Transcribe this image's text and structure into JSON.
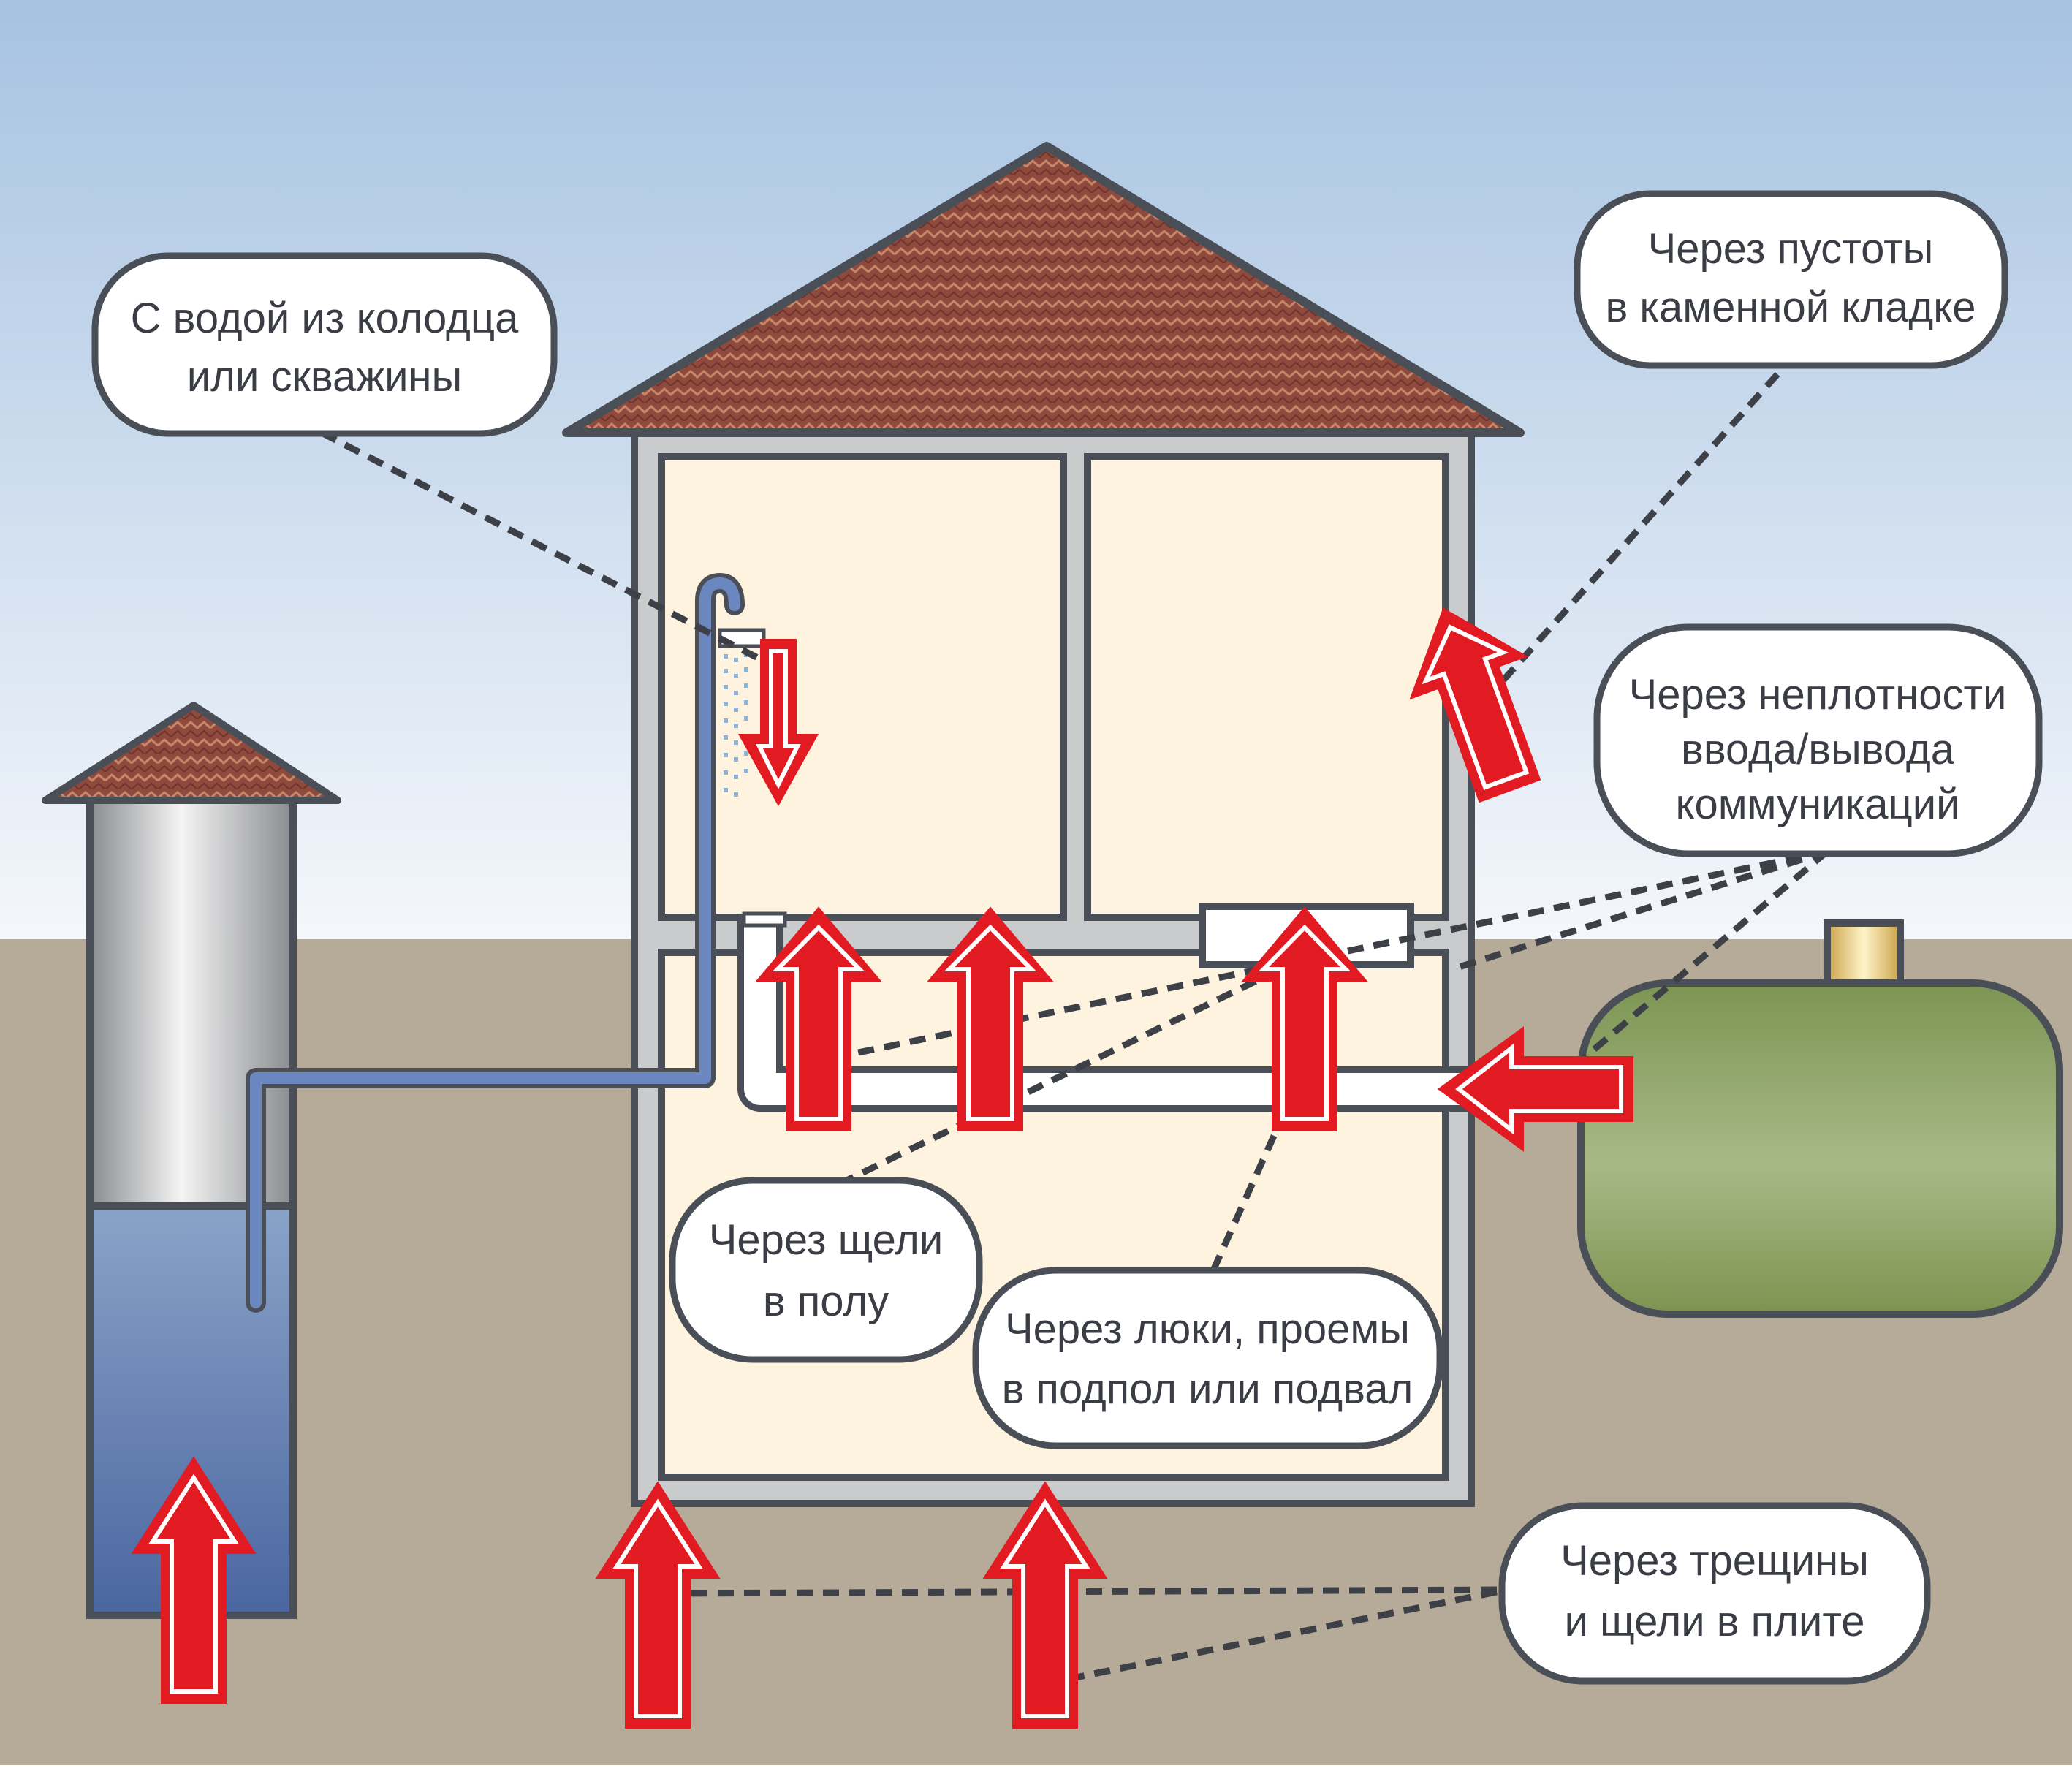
{
  "labels": {
    "well_water": {
      "line1": "С водой из колодца",
      "line2": "или скважины"
    },
    "masonry_voids": {
      "line1": "Через пустоты",
      "line2": "в каменной кладке"
    },
    "utility_leaks": {
      "line1": "Через неплотности",
      "line2": "ввода/вывода",
      "line3": "коммуникаций"
    },
    "floor_gaps": {
      "line1": "Через щели",
      "line2": "в полу"
    },
    "hatches": {
      "line1": "Через люки, проемы",
      "line2": "в подпол или подвал"
    },
    "slab_cracks": {
      "line1": "Через трещины",
      "line2": "и щели в плите"
    }
  },
  "colors": {
    "sky_top": "#a8c4e2",
    "sky_bottom": "#f2f6fb",
    "ground": "#b6ab98",
    "roof": "#8f4a3e",
    "outline": "#4a4f57",
    "wall": "#c8cacc",
    "interior": "#fdf3df",
    "arrow_red": "#e21b22",
    "water_blue": "#4d6aa3",
    "tank_green": "#8ea466"
  },
  "icons": {
    "arrow": "red-upward-arrow",
    "shower": "shower-icon"
  }
}
